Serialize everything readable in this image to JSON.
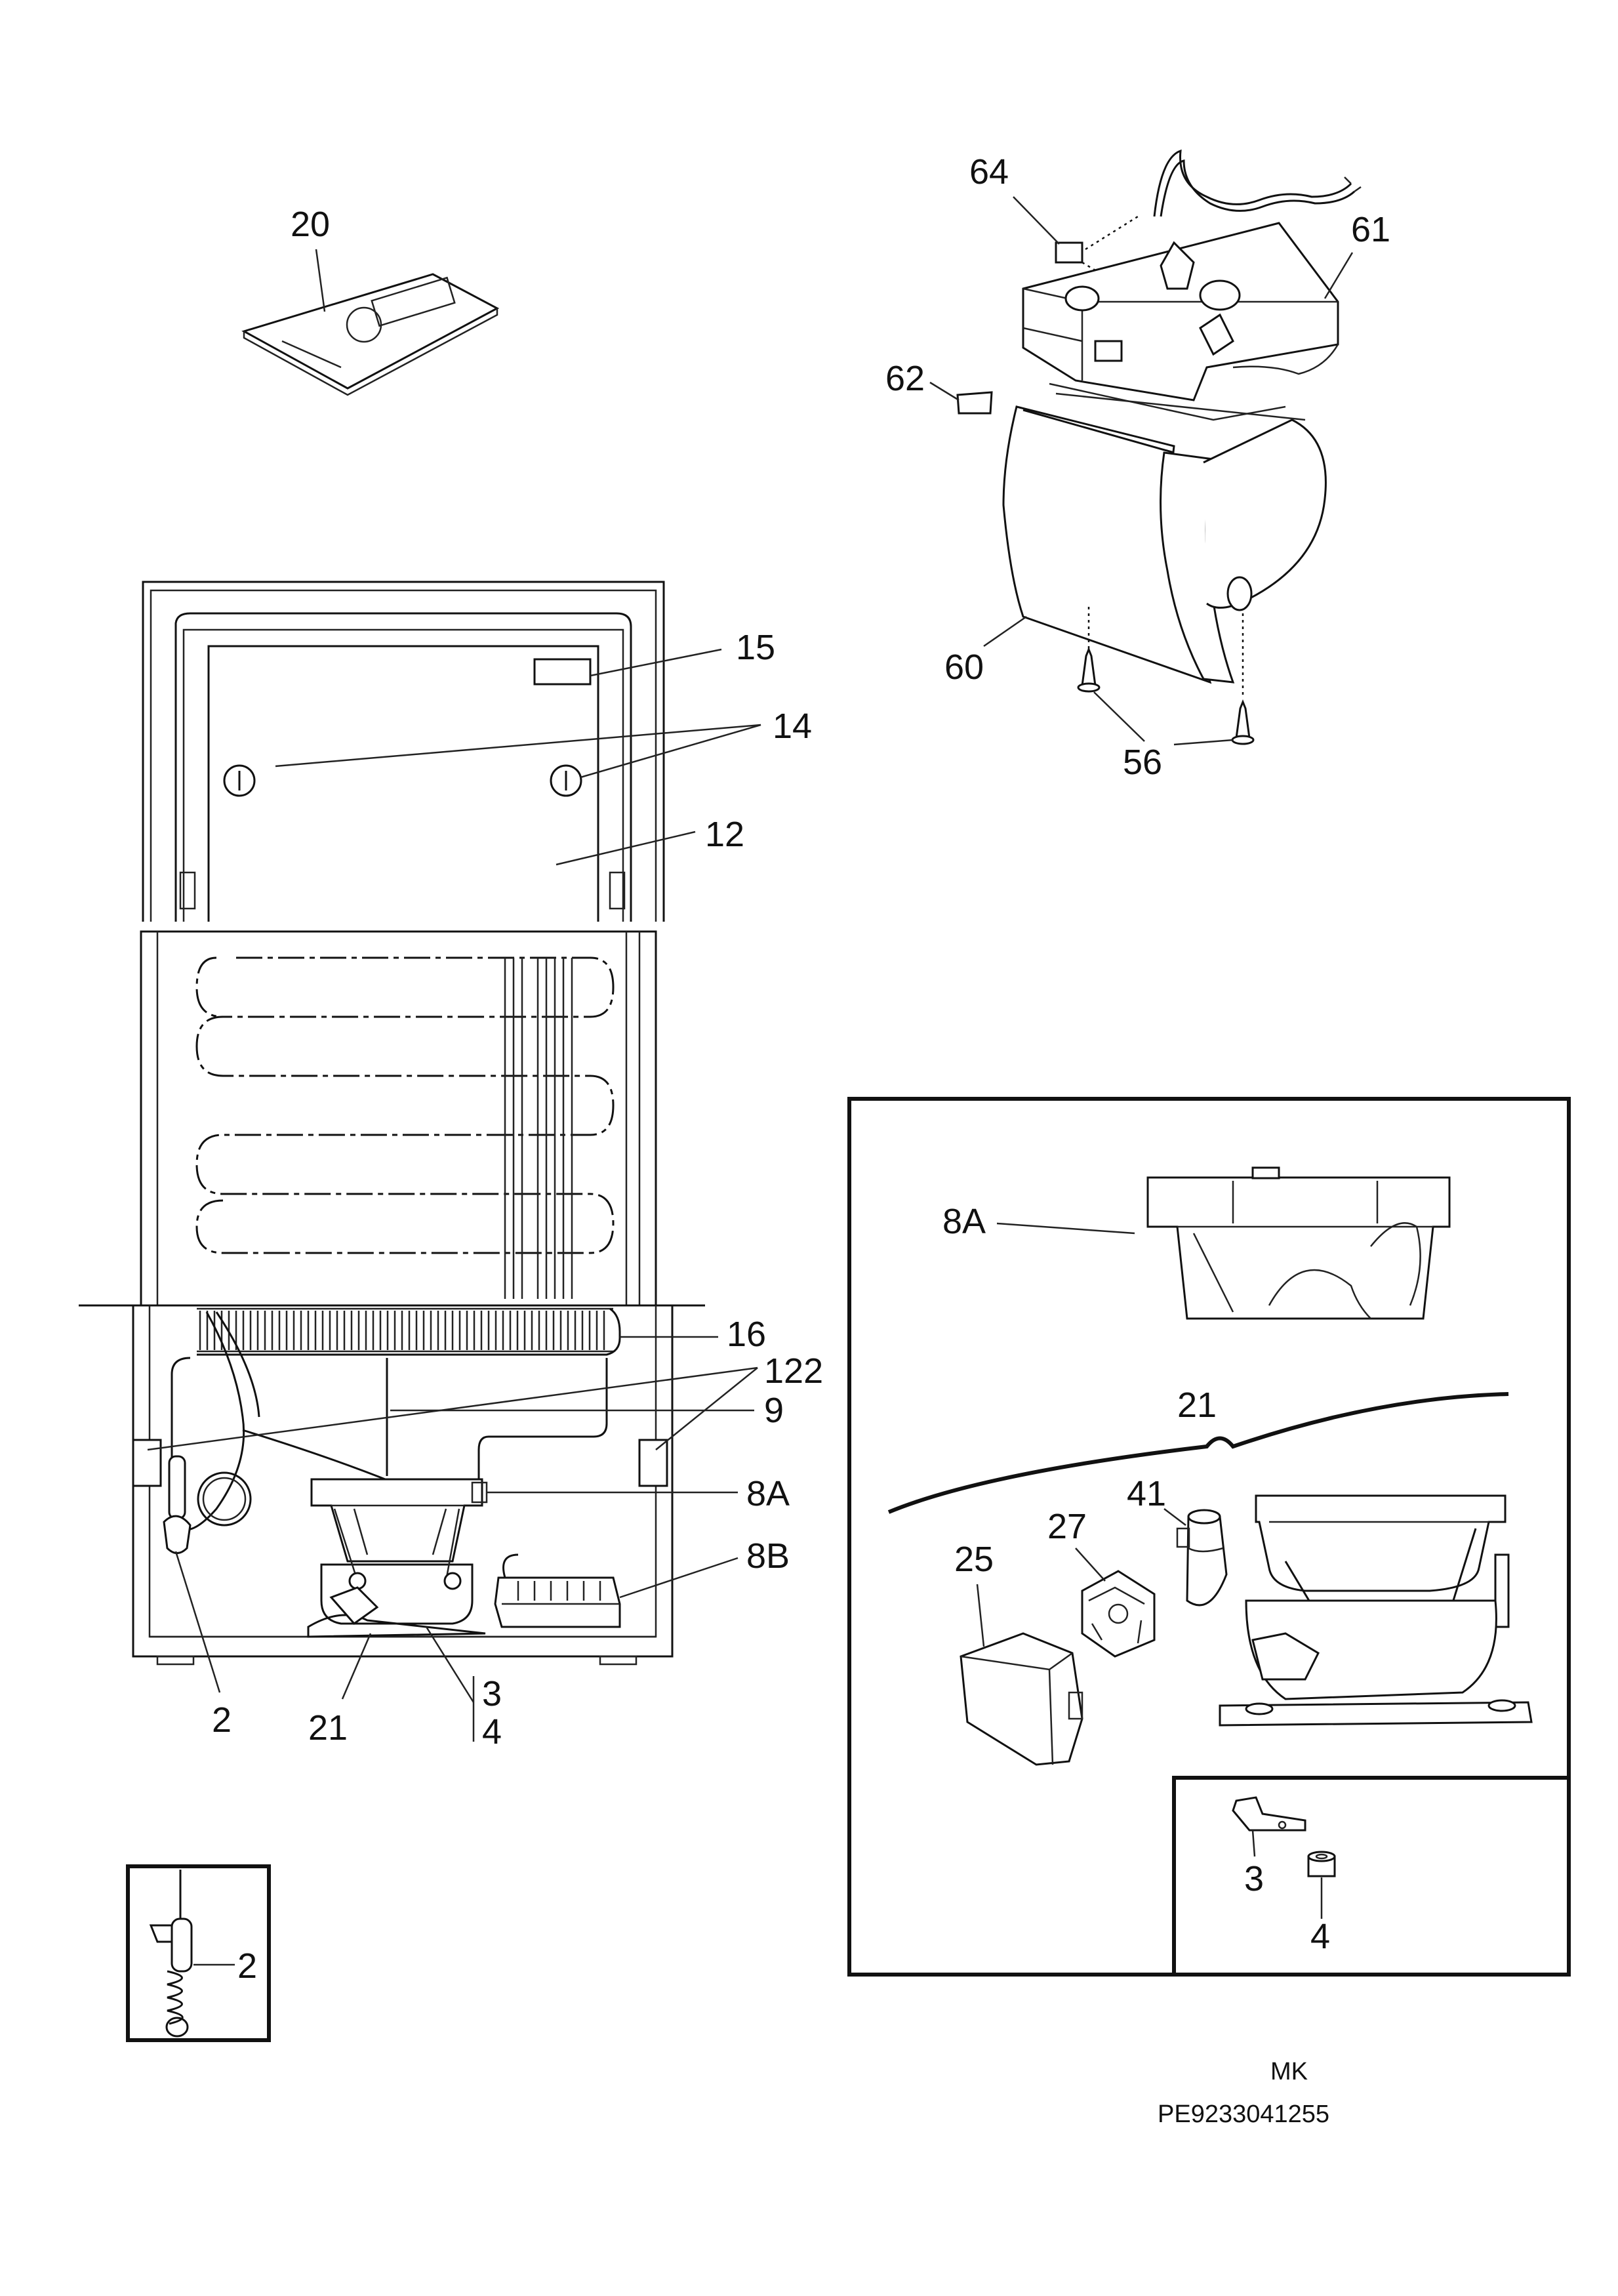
{
  "labels": {
    "l20": "20",
    "l64": "64",
    "l61": "61",
    "l62": "62",
    "l60": "60",
    "l56": "56",
    "l15": "15",
    "l14": "14",
    "l12": "12",
    "l16": "16",
    "l122": "122",
    "l9": "9",
    "l8A": "8A",
    "l8B": "8B",
    "l3": "3",
    "l4": "4",
    "l2": "2",
    "l21": "21",
    "inset_2": "2",
    "box_8A": "8A",
    "box_21": "21",
    "box_41": "41",
    "box_27": "27",
    "box_25": "25",
    "box_3": "3",
    "box_4": "4"
  },
  "footer": {
    "code": "MK",
    "part_number": "PE9233041255"
  }
}
